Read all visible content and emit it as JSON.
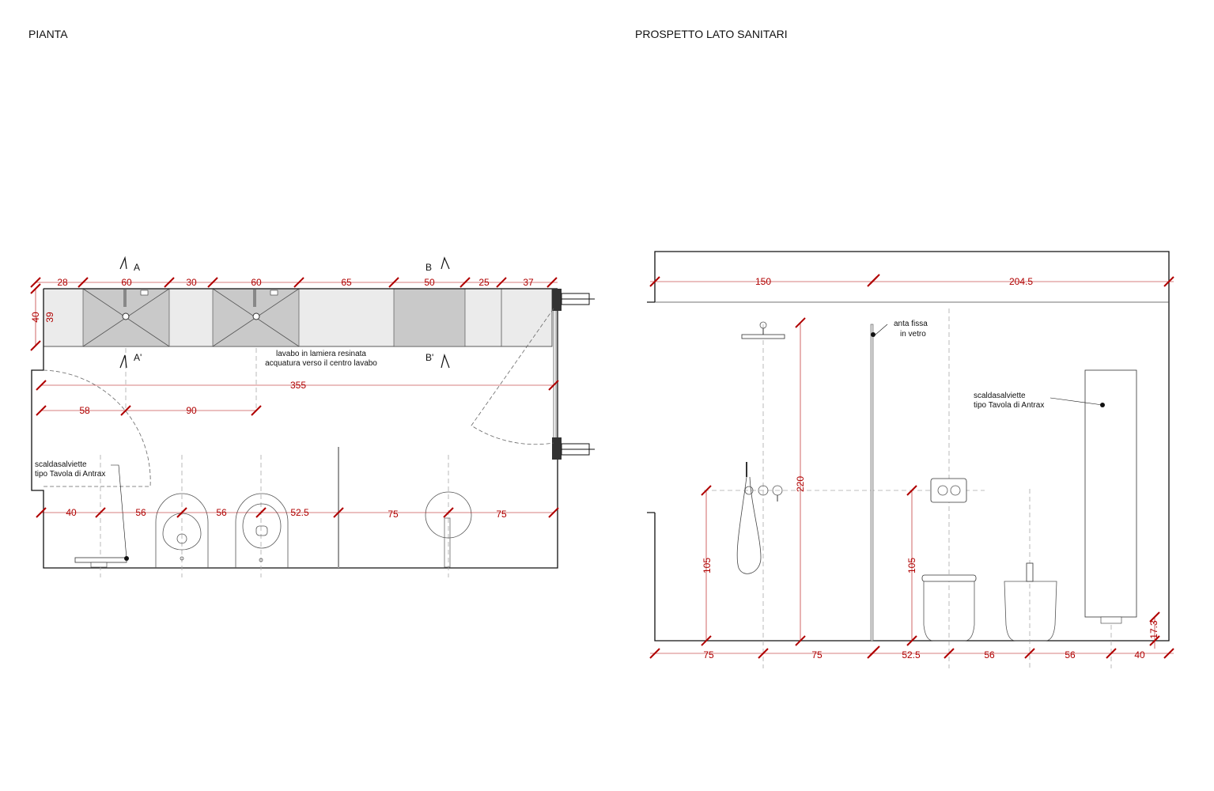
{
  "titles": {
    "plan": "PIANTA",
    "elevation": "PROSPETTO LATO SANITARI"
  },
  "plan": {
    "top_dims": [
      "28",
      "60",
      "30",
      "60",
      "65",
      "50",
      "25",
      "37"
    ],
    "side_dims": [
      "40",
      "39"
    ],
    "overall": "355",
    "mid_dims": [
      "58",
      "90"
    ],
    "bottom_dims": [
      "40",
      "56",
      "56",
      "52.5",
      "75",
      "75"
    ],
    "sections": [
      "A",
      "A'",
      "B",
      "B'"
    ],
    "note_sink": [
      "lavabo in lamiera resinata",
      "acquatura verso il centro lavabo"
    ],
    "note_towel": [
      "scaldasalviette",
      "tipo Tavola di Antrax"
    ]
  },
  "elevation": {
    "top_dims": [
      "150",
      "204.5"
    ],
    "bottom_dims": [
      "75",
      "75",
      "52.5",
      "56",
      "56",
      "40"
    ],
    "vertical_dims": [
      "220",
      "105",
      "105",
      "17.3"
    ],
    "note_glass": [
      "anta fissa",
      "in vetro"
    ],
    "note_towel": [
      "scaldasalviette",
      "tipo Tavola di Antrax"
    ]
  },
  "colors": {
    "dimension": "#b00000",
    "counter": "#c9c9c9",
    "counter_light": "#ebebeb"
  }
}
